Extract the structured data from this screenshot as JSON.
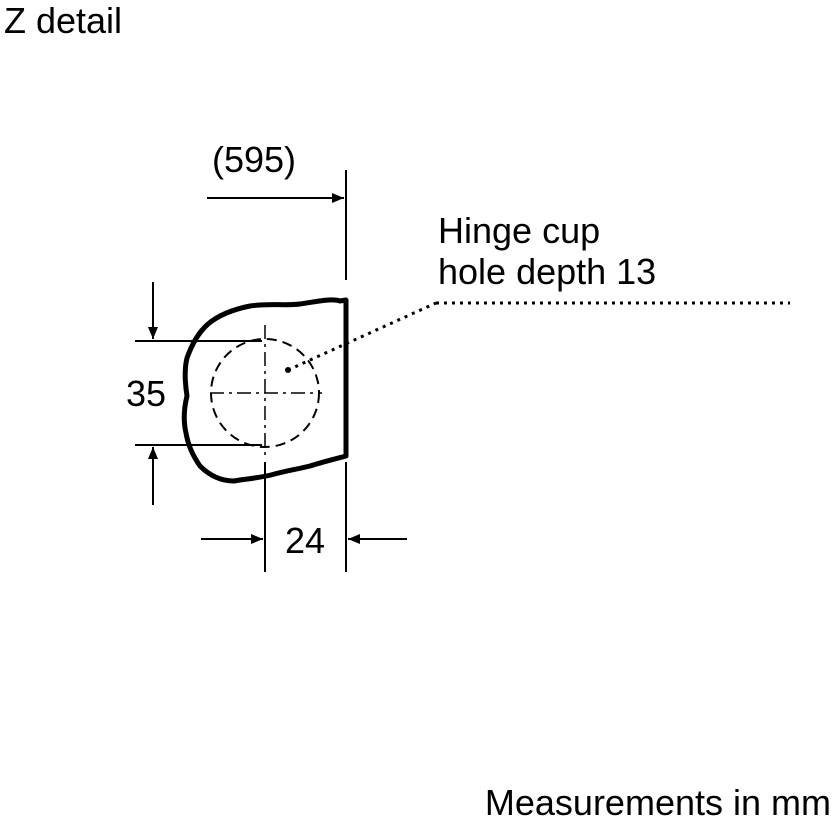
{
  "title": "Z detail",
  "labels": {
    "width_overall": "(595)",
    "callout_line1": "Hinge cup",
    "callout_line2": "hole depth 13",
    "height_dim": "35",
    "offset_dim": "24"
  },
  "footer": "Measurements in mm"
}
